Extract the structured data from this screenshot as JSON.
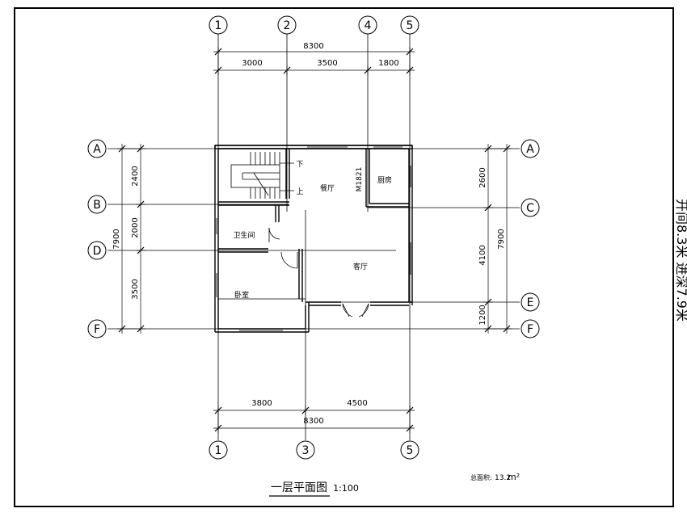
{
  "drawing": {
    "title": "一层平面图",
    "scale": "1:100",
    "area_label": "总面积:",
    "area_value": "13.2",
    "area_unit": "m²",
    "side_text": "开间8.3米 进深7.9米"
  },
  "grid_labels": {
    "top": [
      "1",
      "2",
      "4",
      "5"
    ],
    "bottom": [
      "1",
      "3",
      "5"
    ],
    "left": [
      "A",
      "B",
      "D",
      "F"
    ],
    "right": [
      "A",
      "C",
      "E",
      "F"
    ]
  },
  "dimensions": {
    "top_total": "8300",
    "top_parts": [
      "3000",
      "3500",
      "1800"
    ],
    "bottom_total": "8300",
    "bottom_parts": [
      "3800",
      "4500"
    ],
    "left_total": "7900",
    "left_parts": [
      "2400",
      "2000",
      "3500"
    ],
    "right_total": "7900",
    "right_parts": [
      "2600",
      "4100",
      "1200"
    ]
  },
  "rooms": {
    "dining": "餐厅",
    "kitchen": "厨房",
    "bathroom": "卫生间",
    "living": "客厅",
    "bedroom": "卧室",
    "door_tag": "M1821",
    "stair_down": "下",
    "stair_up": "上"
  }
}
